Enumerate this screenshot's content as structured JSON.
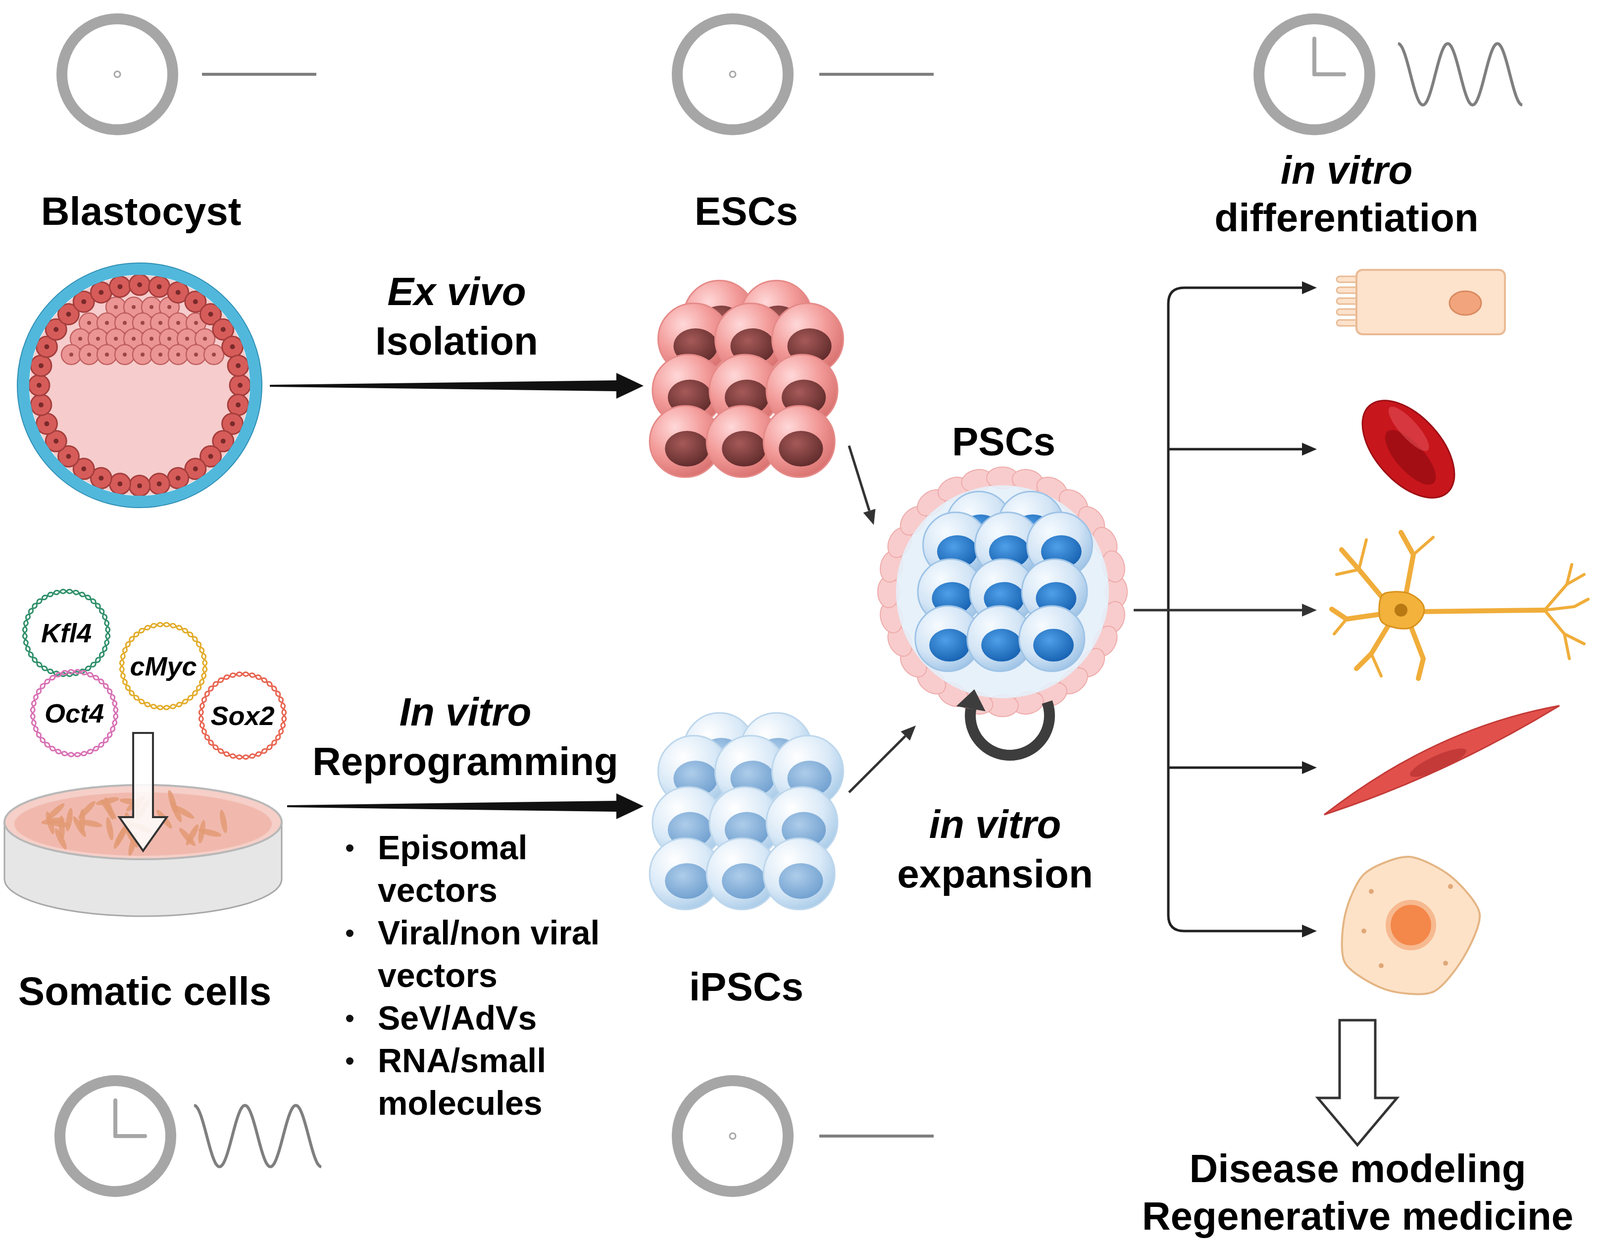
{
  "diagram": {
    "nodes": [
      {
        "text": [
          "Blastocyst"
        ]
      },
      {
        "text": [
          "ESCs"
        ]
      },
      {
        "text": [
          "in vitro differentiation"
        ]
      },
      {
        "text": [
          "PSCs"
        ]
      },
      {
        "text": [
          "Kfl4"
        ]
      },
      {
        "text": [
          "cMyc"
        ]
      },
      {
        "text": [
          "Oct4"
        ]
      },
      {
        "text": [
          "Sox2"
        ]
      },
      {
        "text": [
          "Somatic cells"
        ]
      },
      {
        "text": [
          "iPSCs"
        ]
      },
      {
        "text": [
          "Disease modeling",
          "Regenerative medicine"
        ]
      }
    ],
    "edges": [
      {
        "from": 0,
        "to": 1,
        "arrow": "to",
        "label": "Ex vivo Isolation"
      },
      {
        "from": 8,
        "to": 9,
        "arrow": "to",
        "label": "In vitro Reprogramming"
      },
      {
        "from": 1,
        "to": 3,
        "arrow": "to"
      },
      {
        "from": 9,
        "to": 3,
        "arrow": "to"
      },
      {
        "from": 3,
        "to": 2,
        "arrow": "to"
      },
      {
        "from": 2,
        "to": 10,
        "arrow": "to"
      }
    ],
    "labels": [
      "Episomal vectors",
      "Viral/non viral vectors",
      "SeV/AdVs",
      "RNA/small molecules",
      "in vitro expansion"
    ]
  }
}
